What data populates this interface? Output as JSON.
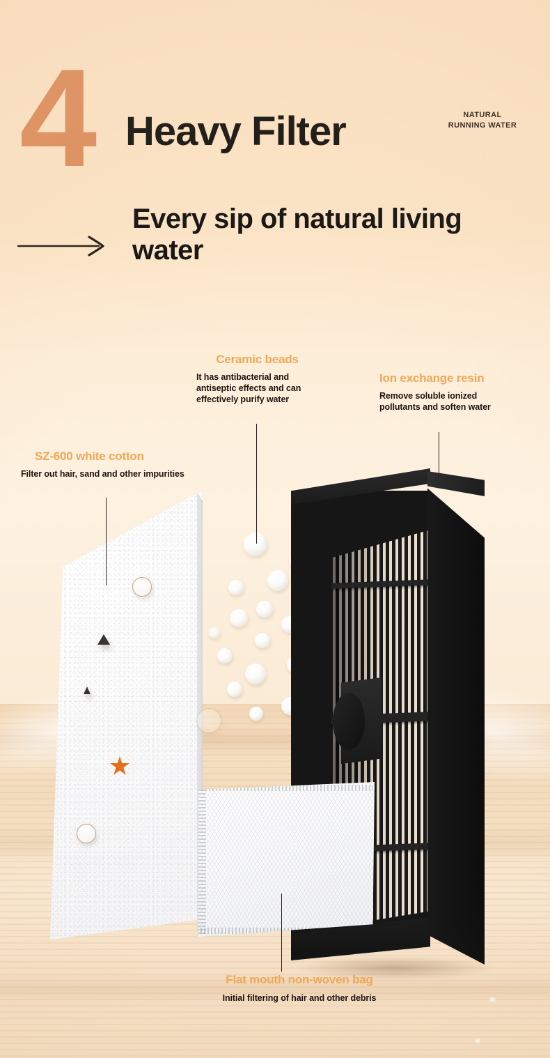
{
  "header": {
    "step_number": "4",
    "title": "Heavy Filter",
    "kicker_line1": "NATURAL",
    "kicker_line2": "RUNNING WATER",
    "subtitle": "Every sip of natural living water",
    "arrow_icon": "right-arrow-icon"
  },
  "colors": {
    "accent_orange": "#f0a858",
    "number_orange": "#dd8f5f",
    "body_text": "#1e1410",
    "background_top": "#fce5c8",
    "background_floor": "#f5e0c6",
    "filter_black": "#161616"
  },
  "callouts": [
    {
      "id": "sz-600-white-cotton",
      "title": "SZ-600 white cotton",
      "description": "Filter out hair, sand and other impurities"
    },
    {
      "id": "ceramic-beads",
      "title": "Ceramic beads",
      "description": "It has antibacterial and antiseptic effects and can effectively purify water"
    },
    {
      "id": "ion-exchange-resin",
      "title": "Ion exchange resin",
      "description": "Remove soluble ionized pollutants and soften water"
    },
    {
      "id": "flat-mouth-non-woven-bag",
      "title": "Flat mouth non-woven bag",
      "description": "Initial filtering of hair and other debris"
    }
  ],
  "product": {
    "cotton_pad_label": "white-cotton-pad",
    "bead_count": 17,
    "filter_cartridge_label": "black-filter-cartridge",
    "non_woven_bag_label": "non-woven-bag"
  }
}
